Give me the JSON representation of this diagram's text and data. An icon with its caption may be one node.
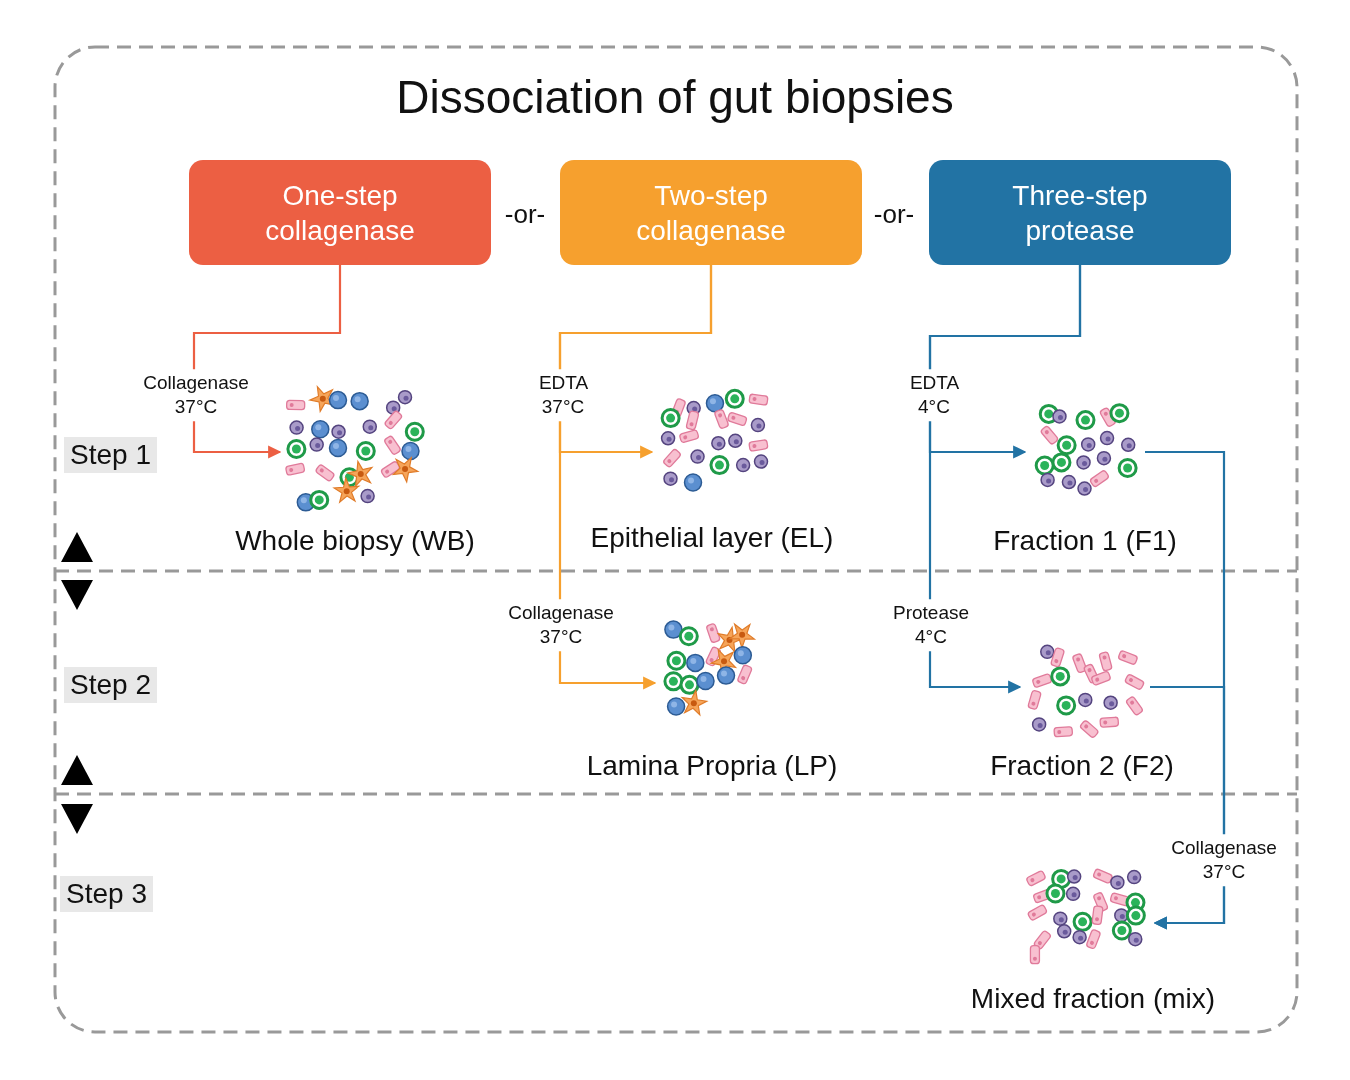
{
  "diagram": {
    "title": "Dissociation of gut biopsies",
    "nodes": [
      {
        "text": [
          "One-step collagenase"
        ]
      },
      {
        "text": [
          "Two-step collagenase"
        ]
      },
      {
        "text": [
          "Three-step protease"
        ]
      },
      {
        "text": [],
        "shape": "picture",
        "beside": [
          "Whole biopsy (WB)"
        ]
      },
      {
        "text": [],
        "shape": "picture",
        "beside": [
          "Epithelial layer (EL)"
        ]
      },
      {
        "text": [],
        "shape": "picture",
        "beside": [
          "Fraction 1 (F1)"
        ]
      },
      {
        "text": [],
        "shape": "picture",
        "beside": [
          "Lamina Propria (LP)"
        ]
      },
      {
        "text": [],
        "shape": "picture",
        "beside": [
          "Fraction 2 (F2)"
        ]
      },
      {
        "text": [],
        "shape": "picture",
        "beside": [
          "Mixed fraction (mix)"
        ]
      }
    ],
    "edges": [
      {
        "from": 0,
        "to": 3,
        "arrow": "to",
        "label": "Collagenase 37°C",
        "color": "#ec5f43"
      },
      {
        "from": 1,
        "to": 4,
        "arrow": "to",
        "label": "EDTA 37°C",
        "color": "#f6a02e"
      },
      {
        "from": 1,
        "to": 6,
        "arrow": "to",
        "label": "Collagenase 37°C",
        "color": "#f6a02e"
      },
      {
        "from": 2,
        "to": 5,
        "arrow": "to",
        "label": "EDTA 4°C"
      },
      {
        "from": 2,
        "to": 7,
        "arrow": "to",
        "label": "Protease 4°C"
      },
      {
        "from": 5,
        "to": 8,
        "arrow": "to",
        "label": "Collagenase 37°C"
      },
      {
        "from": 7,
        "to": 8,
        "arrow": "to"
      }
    ],
    "labels": [
      "-or-",
      "-or-",
      "Step 1",
      "Step 2",
      "Step 3"
    ]
  }
}
